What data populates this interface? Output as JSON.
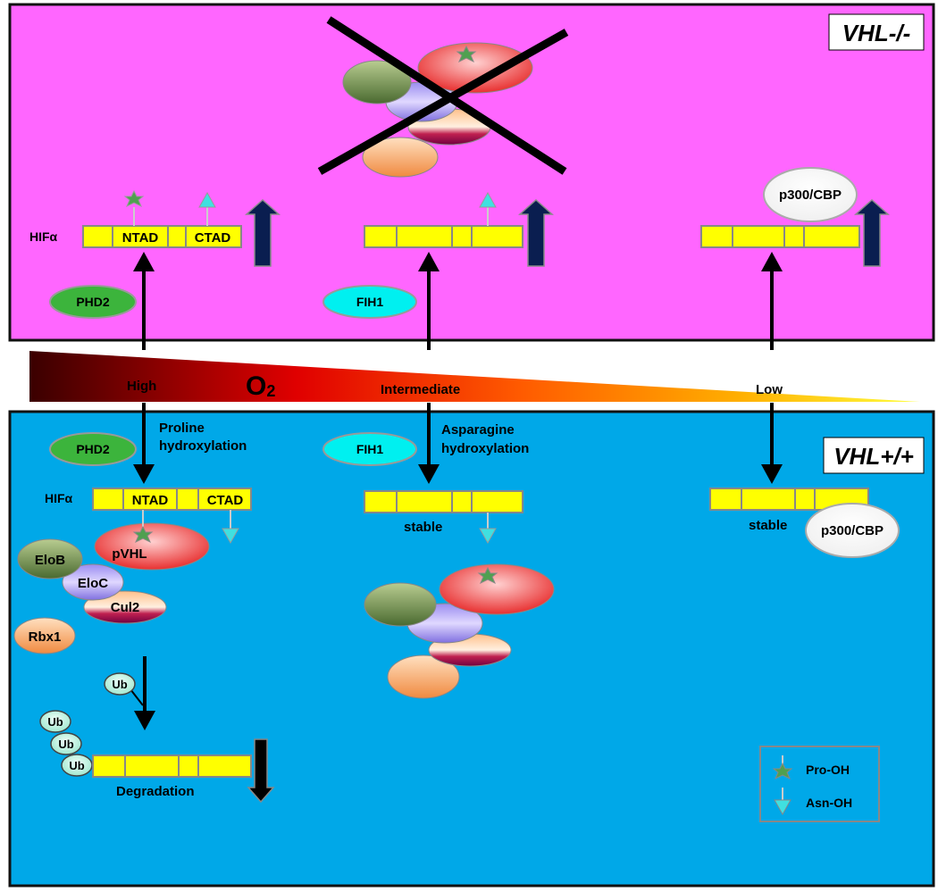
{
  "panels": {
    "top_label": "VHL-/-",
    "bottom_label": "VHL+/+"
  },
  "top": {
    "hif_label": "HIFα",
    "ntad": "NTAD",
    "ctad": "CTAD",
    "phd2": "PHD2",
    "fih1": "FIH1",
    "p300": "p300/CBP"
  },
  "gradient": {
    "o2_main": "O",
    "o2_sub": "2",
    "high": "High",
    "intermediate": "Intermediate",
    "low": "Low"
  },
  "bottom": {
    "phd2": "PHD2",
    "proline_line1": "Proline",
    "proline_line2": "hydroxylation",
    "fih1": "FIH1",
    "asparagine_line1": "Asparagine",
    "asparagine_line2": "hydroxylation",
    "hif_label": "HIFα",
    "ntad": "NTAD",
    "ctad": "CTAD",
    "stable_mid": "stable",
    "stable_right": "stable",
    "p300": "p300/CBP",
    "pvhl": "pVHL",
    "elob": "EloB",
    "eloc": "EloC",
    "cul2": "Cul2",
    "rbx1": "Rbx1",
    "ub_single": "Ub",
    "ub1": "Ub",
    "ub2": "Ub",
    "ub3": "Ub",
    "degradation": "Degradation"
  },
  "legend": {
    "pro_oh": "Pro-OH",
    "asn_oh": "Asn-OH"
  },
  "colors": {
    "top_panel": "#FF66FF",
    "bottom_panel": "#00A8E8",
    "hif_bar": "#FFFF00",
    "phd2": "#3CB43C",
    "fih1": "#00F0F0",
    "up_arrow": "#0A1E50"
  }
}
